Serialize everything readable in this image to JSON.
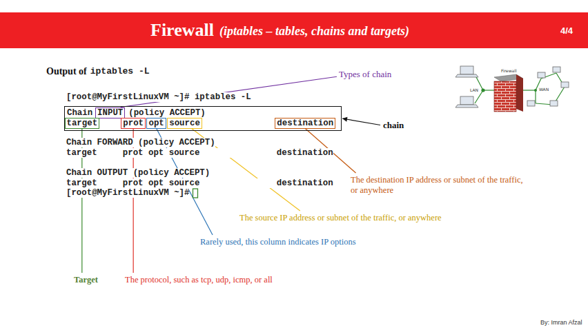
{
  "diagram": {
    "title": "Firewall",
    "nodes": [
      {
        "text": [
          "Chain",
          "(policy ACCEPT)"
        ]
      },
      {
        "text": [
          "INPUT"
        ],
        "in": 0
      },
      {
        "text": [
          "target"
        ],
        "in": 0
      },
      {
        "text": [
          "prot"
        ],
        "in": 0
      },
      {
        "text": [
          "opt"
        ],
        "in": 0
      },
      {
        "text": [
          "source"
        ],
        "in": 0
      },
      {
        "text": [
          "destination"
        ],
        "in": 0
      }
    ],
    "labels": [
      "(iptables – tables, chains and targets)",
      "4/4",
      "Output of",
      "iptables -L",
      "Types of chain",
      "[root@MyFirstLinuxVM ~]# iptables -L",
      "chain",
      "Chain FORWARD (policy ACCEPT)",
      "target     prot opt source               destination",
      "Chain OUTPUT (policy ACCEPT)",
      "target     prot opt source               destination",
      "[root@MyFirstLinuxVM ~]#",
      "The destination IP address or subnet of the traffic, or anywhere",
      "The source IP address or subnet of the traffic, or anywhere",
      "Rarely used, this column indicates IP options",
      "Target",
      "The protocol, such as tcp, udp, icmp, or all",
      "LAN",
      "Firewall",
      "WAN",
      "By: Imran Afzal"
    ]
  }
}
